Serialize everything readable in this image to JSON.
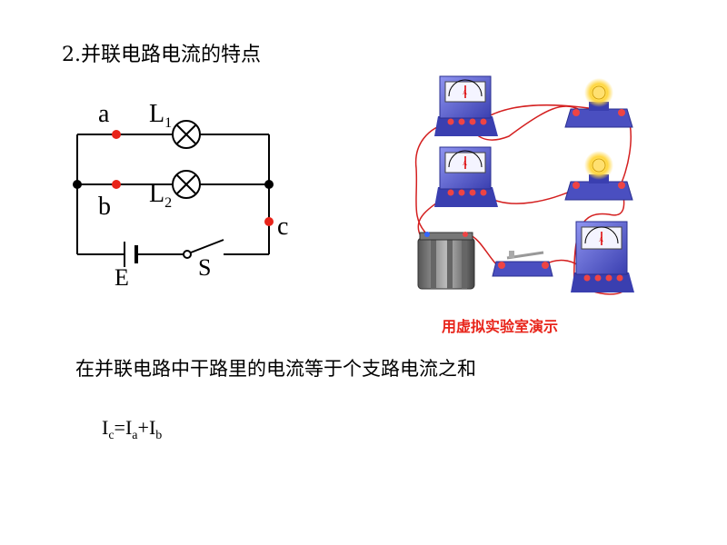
{
  "title": "2.并联电路电流的特点",
  "circuit": {
    "label_a": "a",
    "label_b": "b",
    "label_c": "c",
    "label_L": "L",
    "sub_1": "1",
    "sub_2": "2",
    "label_E": "E",
    "label_S": "S"
  },
  "lab": {
    "caption": "用虚拟实验室演示",
    "meter_letter": "A"
  },
  "conclusion": "在并联电路中干路里的电流等于个支路电流之和",
  "formula": {
    "I1": "I",
    "sub_c": "c",
    "eq": "=",
    "I2": "I",
    "sub_a": "a",
    "plus": "+",
    "I3": "I",
    "sub_b": "b"
  },
  "colors": {
    "wire": "#000000",
    "point": "#e8241a",
    "lab_wire": "#d42020",
    "meter_body": "#5a5fd0",
    "caption": "#e8241a"
  }
}
